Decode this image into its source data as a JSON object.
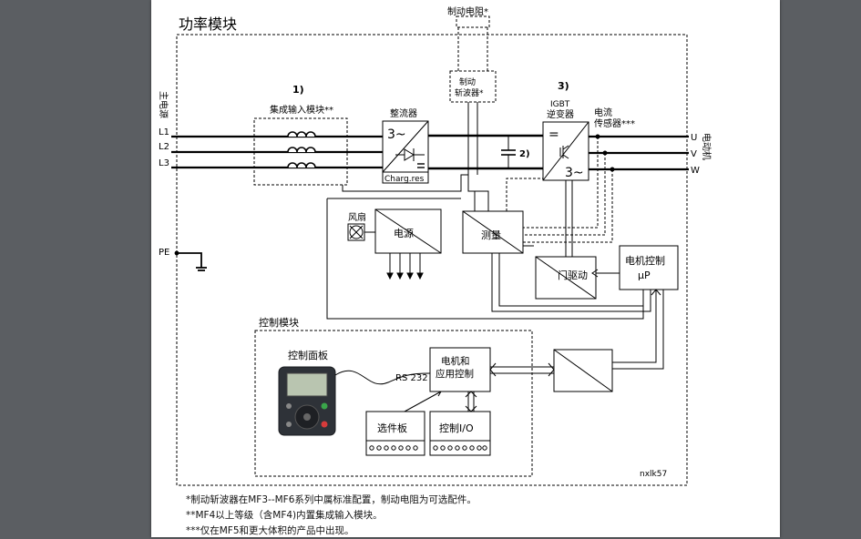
{
  "diagram": {
    "title": "功率模块",
    "brake_resistor": "制动电阻*",
    "brake_chopper": [
      "制动",
      "斩波器*"
    ],
    "mains_label": "主电源",
    "phases": [
      "L1",
      "L2",
      "L3"
    ],
    "pe": "PE",
    "input_module_num": "1)",
    "input_module": "集成输入模块**",
    "rectifier": "整流器",
    "rectifier_sym": "3~",
    "charg_res": "Charg.res",
    "cap_label": "2)",
    "inverter_num": "3)",
    "inverter_line1": "IGBT",
    "inverter_line2": "逆变器",
    "inverter_sym_top": "=",
    "inverter_sym_bottom": "3~",
    "sensor_line1": "电流",
    "sensor_line2": "传感器***",
    "outputs": [
      "U",
      "V",
      "W"
    ],
    "motor": "电动机",
    "fan": "风扇",
    "power_supply": "电源",
    "measurement": "测量",
    "gate_driver": "门驱动",
    "motor_control_line1": "电机控制",
    "motor_control_line2": "μP",
    "control_module": "控制模块",
    "control_panel": "控制面板",
    "rs232": "RS 232",
    "app_control_line1": "电机和",
    "app_control_line2": "应用控制",
    "option_board": "选件板",
    "control_io": "控制I/O",
    "figure_id": "nxlk57"
  },
  "notes": [
    "*制动斩波器在MF3--MF6系列中属标准配置，制动电阻为可选配件。",
    "**MF4以上等级（含MF4)内置集成输入模块。",
    "***仅在MF5和更大体积的产品中出现。"
  ]
}
